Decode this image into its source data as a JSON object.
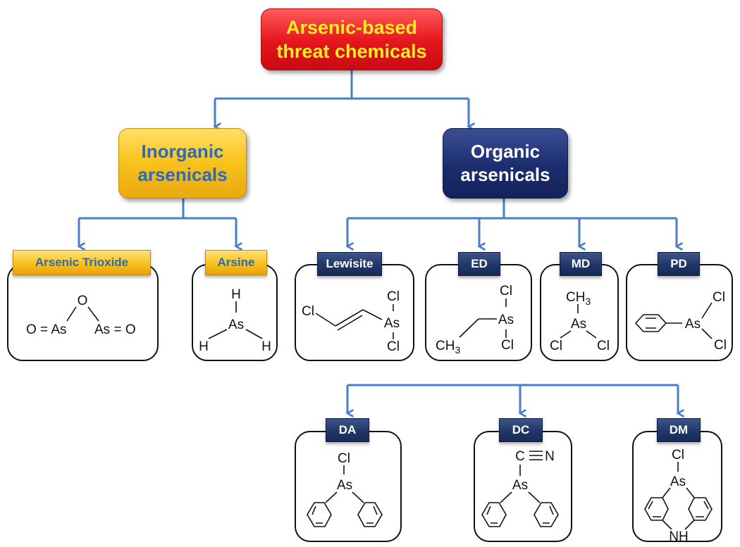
{
  "root": {
    "label": "Arsenic-based\nthreat chemicals"
  },
  "categories": {
    "inorganic": {
      "label": "Inorganic\narsenicals"
    },
    "organic": {
      "label": "Organic\narsenicals"
    }
  },
  "compounds": {
    "arsenic_trioxide": "Arsenic Trioxide",
    "arsine": "Arsine",
    "lewisite": "Lewisite",
    "ed": "ED",
    "md": "MD",
    "pd": "PD",
    "da": "DA",
    "dc": "DC",
    "dm": "DM"
  },
  "atoms": {
    "as": "As",
    "o": "O",
    "o_eq_as": "O = As",
    "as_eq_o": "As = O",
    "h": "H",
    "cl": "Cl",
    "ch3": "CH3",
    "c": "C",
    "n": "N",
    "nh": "NH"
  },
  "colors": {
    "connector": "#4a7ec7",
    "root_fill": "#e4141c",
    "root_text": "#ffee22",
    "inorganic_fill": "#f8c21a",
    "inorganic_text": "#2a6ab8",
    "organic_fill": "#1b2d6e",
    "organic_text": "#ffffff"
  }
}
